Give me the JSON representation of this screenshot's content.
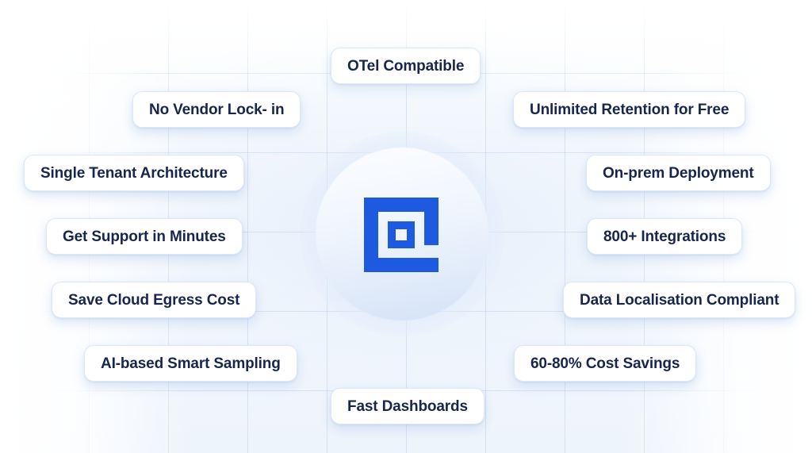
{
  "brand": {
    "logo_icon": "signoz-square-spiral-logo",
    "accent_color": "#1d5ae0",
    "text_color": "#17264a",
    "pill_background": "#ffffff",
    "pill_border_color": "#dde8f7",
    "background_color": "#eef4fc"
  },
  "features": [
    {
      "label": "OTel Compatible",
      "name": "feature-otel-compatible"
    },
    {
      "label": "No Vendor Lock- in",
      "name": "feature-no-vendor-lock-in"
    },
    {
      "label": "Unlimited Retention for Free",
      "name": "feature-unlimited-retention-for-free"
    },
    {
      "label": "Single Tenant Architecture",
      "name": "feature-single-tenant-architecture"
    },
    {
      "label": "On-prem Deployment",
      "name": "feature-on-prem-deployment"
    },
    {
      "label": "Get Support in Minutes",
      "name": "feature-get-support-in-minutes"
    },
    {
      "label": "800+ Integrations",
      "name": "feature-800-plus-integrations"
    },
    {
      "label": "Save Cloud Egress Cost",
      "name": "feature-save-cloud-egress-cost"
    },
    {
      "label": "Data Localisation Compliant",
      "name": "feature-data-localisation-compliant"
    },
    {
      "label": "AI-based Smart Sampling",
      "name": "feature-ai-based-smart-sampling"
    },
    {
      "label": "60-80% Cost Savings",
      "name": "feature-60-80-percent-cost-savings"
    },
    {
      "label": "Fast Dashboards",
      "name": "feature-fast-dashboards"
    }
  ]
}
